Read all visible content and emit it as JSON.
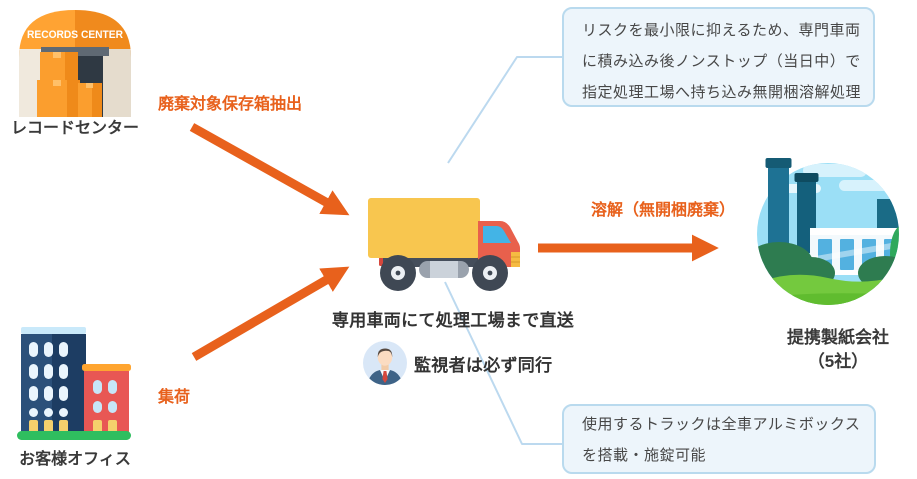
{
  "palette": {
    "accent_orange": "#E8611C",
    "connector_blue": "#BCD9EF",
    "callout_border": "#B9DAEE",
    "callout_bg": "#EDF5FB",
    "label_dark": "#3A3A3A"
  },
  "nodes": {
    "records_center": {
      "sign": "RECORDS CENTER",
      "label": "レコードセンター",
      "icon": "warehouse-icon"
    },
    "customer_office": {
      "label": "お客様オフィス",
      "icon": "office-buildings-icon"
    },
    "truck": {
      "caption": "専用車両にて処理工場まで直送",
      "icon": "delivery-truck-icon"
    },
    "supervisor": {
      "note": "監視者は必ず同行",
      "icon": "supervisor-avatar-icon"
    },
    "paper_company": {
      "label_line1": "提携製紙会社",
      "label_line2": "（5社）",
      "icon": "paper-factory-icon"
    }
  },
  "arrows": {
    "extract_label": "廃棄対象保存箱抽出",
    "pickup_label": "集荷",
    "dissolve_label": "溶解（無開梱廃棄）"
  },
  "callouts": {
    "top_lines": [
      "リスクを最小限に抑えるため、専門車両",
      "に積み込み後ノンストップ（当日中）で",
      "指定処理工場へ持ち込み無開梱溶解処理"
    ],
    "bottom_lines": [
      "使用するトラックは全車アルミボックス",
      "を搭載・施錠可能"
    ]
  }
}
